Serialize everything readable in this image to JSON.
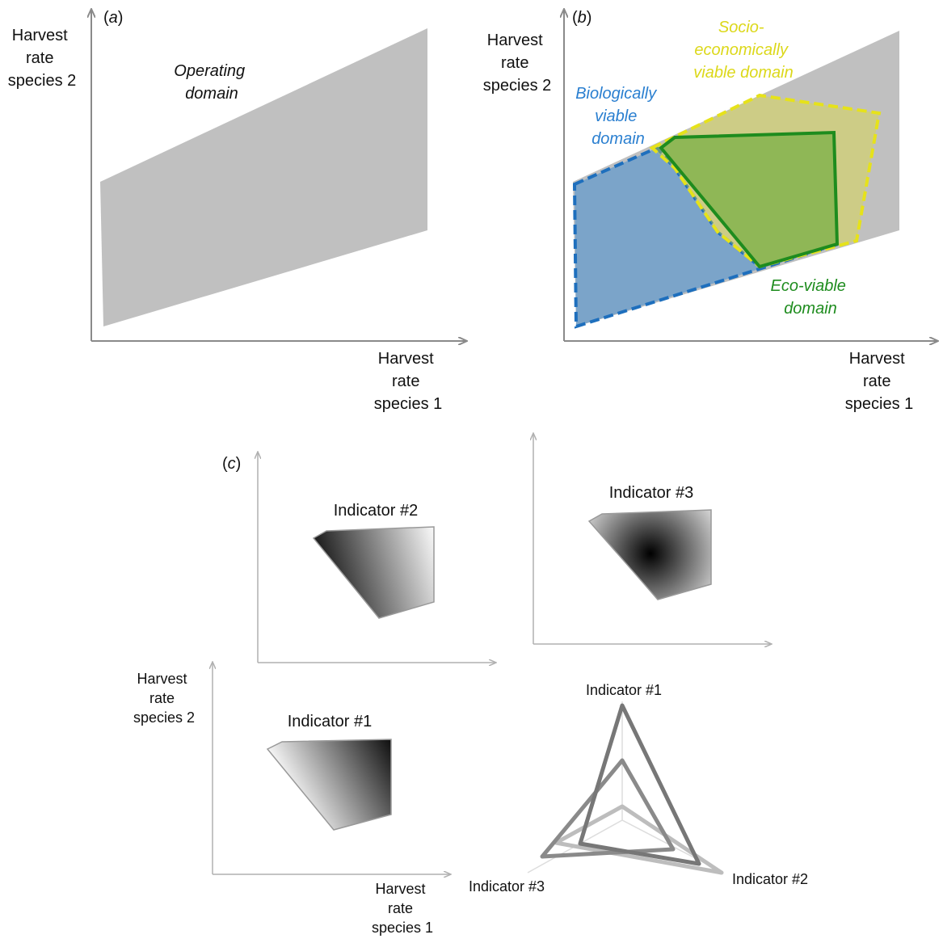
{
  "panel_a": {
    "tag_open": "(",
    "tag_letter": "a",
    "tag_close": ")",
    "y_axis_label": [
      "Harvest",
      "rate",
      "species 2"
    ],
    "x_axis_label": [
      "Harvest",
      "rate",
      "species 1"
    ],
    "region_label": [
      "Operating",
      "domain"
    ]
  },
  "panel_b": {
    "tag_open": "(",
    "tag_letter": "b",
    "tag_close": ")",
    "y_axis_label": [
      "Harvest",
      "rate",
      "species 2"
    ],
    "x_axis_label": [
      "Harvest",
      "rate",
      "species 1"
    ],
    "bio_label": [
      "Biologically",
      "viable",
      "domain"
    ],
    "socio_label": [
      "Socio-",
      "economically",
      "viable domain"
    ],
    "eco_label": [
      "Eco-viable",
      "domain"
    ],
    "colors": {
      "operating": "#c0c0c0",
      "biological": "#1e6fbd",
      "socio_economic": "#e6e21a",
      "eco_viable": "#1e8c1e"
    }
  },
  "panel_c": {
    "tag_open": "(",
    "tag_letter": "c",
    "tag_close": ")",
    "indicator_2_title": "Indicator #2",
    "indicator_3_title": "Indicator #3",
    "indicator_1_title": "Indicator #1",
    "y_axis_label": [
      "Harvest",
      "rate",
      "species 2"
    ],
    "x_axis_label": [
      "Harvest",
      "rate",
      "species 1"
    ],
    "radar": {
      "axis_top": "Indicator #1",
      "axis_right": "Indicator #2",
      "axis_left": "Indicator #3"
    }
  }
}
